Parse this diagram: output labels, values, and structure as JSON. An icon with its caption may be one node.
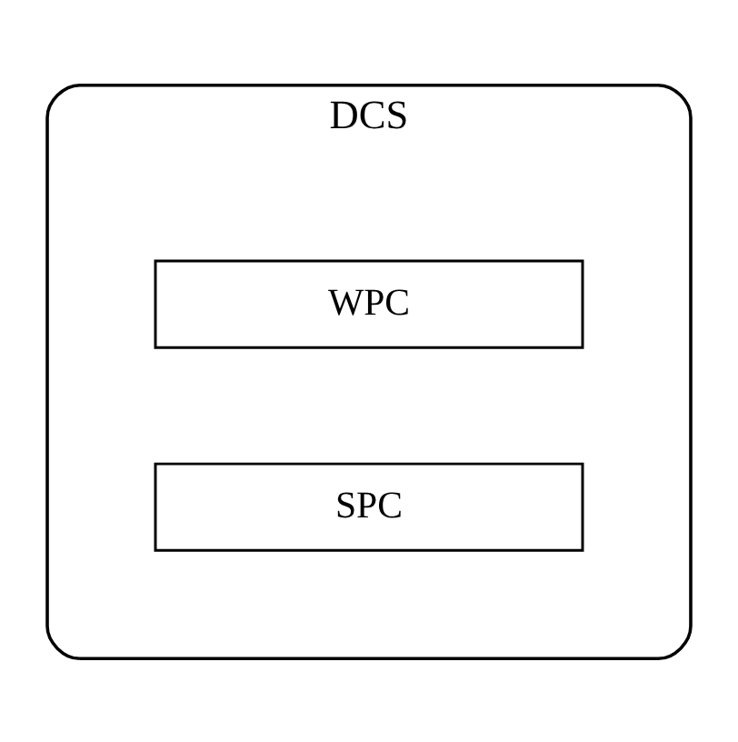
{
  "diagram": {
    "nodes": [
      {
        "text": [
          "DCS"
        ]
      },
      {
        "text": [
          "WPC"
        ],
        "in": 0
      },
      {
        "text": [
          "SPC"
        ],
        "in": 0
      }
    ]
  }
}
